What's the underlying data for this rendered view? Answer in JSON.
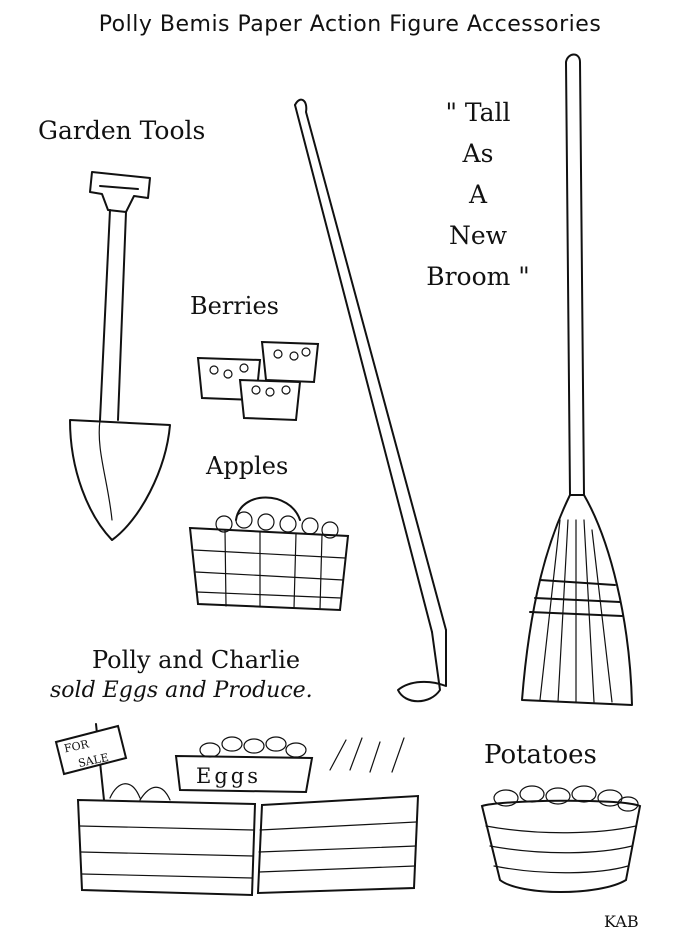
{
  "title": "Polly Bemis Paper Action Figure Accessories",
  "labels": {
    "garden_tools": "Garden Tools",
    "berries": "Berries",
    "apples": "Apples",
    "quote_lines": [
      "\" Tall",
      "As",
      "A",
      "New",
      "Broom \""
    ],
    "polly_line1": "Polly and Charlie",
    "polly_line2": "sold Eggs and Produce.",
    "potatoes": "Potatoes",
    "for_sale_1": "FOR",
    "for_sale_2": "SALE",
    "eggs": "Eggs",
    "signature": "KAB"
  }
}
